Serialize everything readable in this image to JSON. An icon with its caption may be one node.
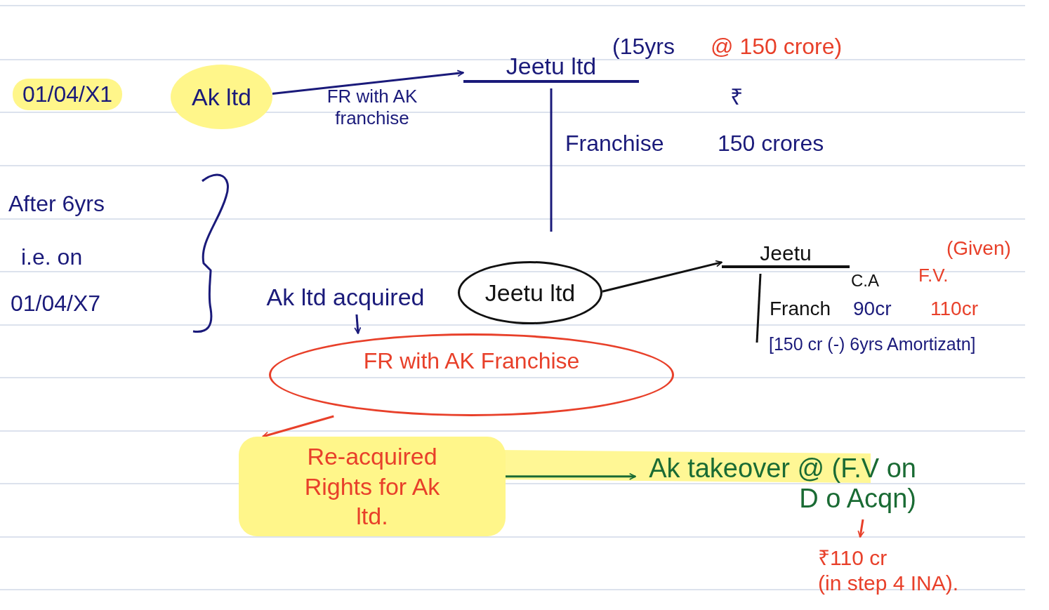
{
  "diagram": {
    "nodes": [
      {
        "text": [
          "Ak ltd"
        ]
      },
      {
        "text": [
          "Jeetu ltd"
        ]
      },
      {
        "text": [
          "Ak ltd acquired"
        ]
      },
      {
        "text": [
          "Jeetu ltd"
        ]
      },
      {
        "text": [
          "Jeetu"
        ]
      },
      {
        "text": [
          "FR with AK Franchise"
        ]
      },
      {
        "text": [
          "Re-acquired Rights for Ak ltd."
        ]
      },
      {
        "text": [
          "Ak takeover @ (F.V on D o Acqn)"
        ]
      },
      {
        "text": [
          "₹110 cr",
          "(in step 4 INA)."
        ]
      }
    ],
    "edges": [
      {
        "from": 0,
        "to": 1,
        "arrow": "to",
        "label": "FR with AK franchise"
      },
      {
        "from": 3,
        "to": 4,
        "arrow": "to",
        "color": "#111111"
      },
      {
        "from": 2,
        "to": 5,
        "arrow": "to"
      },
      {
        "from": 5,
        "to": 6,
        "arrow": "to",
        "color": "#e8402a"
      },
      {
        "from": 6,
        "to": 7,
        "arrow": "to",
        "color": "#1a6b34"
      },
      {
        "from": 7,
        "to": 8,
        "arrow": "to",
        "color": "#e8402a"
      }
    ],
    "labels": [
      "01/04/X1",
      "(15yrs",
      "@ 150 crore)",
      "₹",
      "Franchise",
      "150 crores",
      "After 6yrs",
      "i.e. on",
      "01/04/X7",
      "(Given)",
      "C.A",
      "F.V.",
      "Franch",
      "90cr",
      "110cr",
      "[150 cr (-) 6yrs Amortizatn]"
    ]
  }
}
